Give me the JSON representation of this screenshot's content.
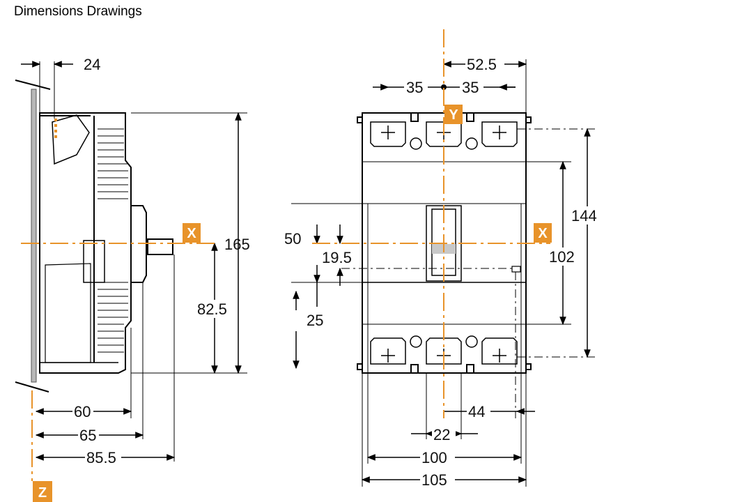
{
  "page": {
    "title": "Dimensions Drawings"
  },
  "colors": {
    "axis": "#e8932a",
    "line": "#000000",
    "background": "#ffffff"
  },
  "axes": {
    "x_left": "X",
    "x_right": "X",
    "y": "Y",
    "z": "Z"
  },
  "side_view": {
    "depth_top": "24",
    "height": "165",
    "height_to_axis": "82.5",
    "depth_60": "60",
    "depth_65": "65",
    "depth_85": "85.5"
  },
  "front_view": {
    "half_width": "52.5",
    "pitch_left": "35",
    "pitch_right": "35",
    "height_144": "144",
    "height_102": "102",
    "dim_50": "50",
    "dim_19_5": "19.5",
    "dim_25": "25",
    "dim_44": "44",
    "dim_22": "22",
    "width_100": "100",
    "width_105": "105"
  }
}
